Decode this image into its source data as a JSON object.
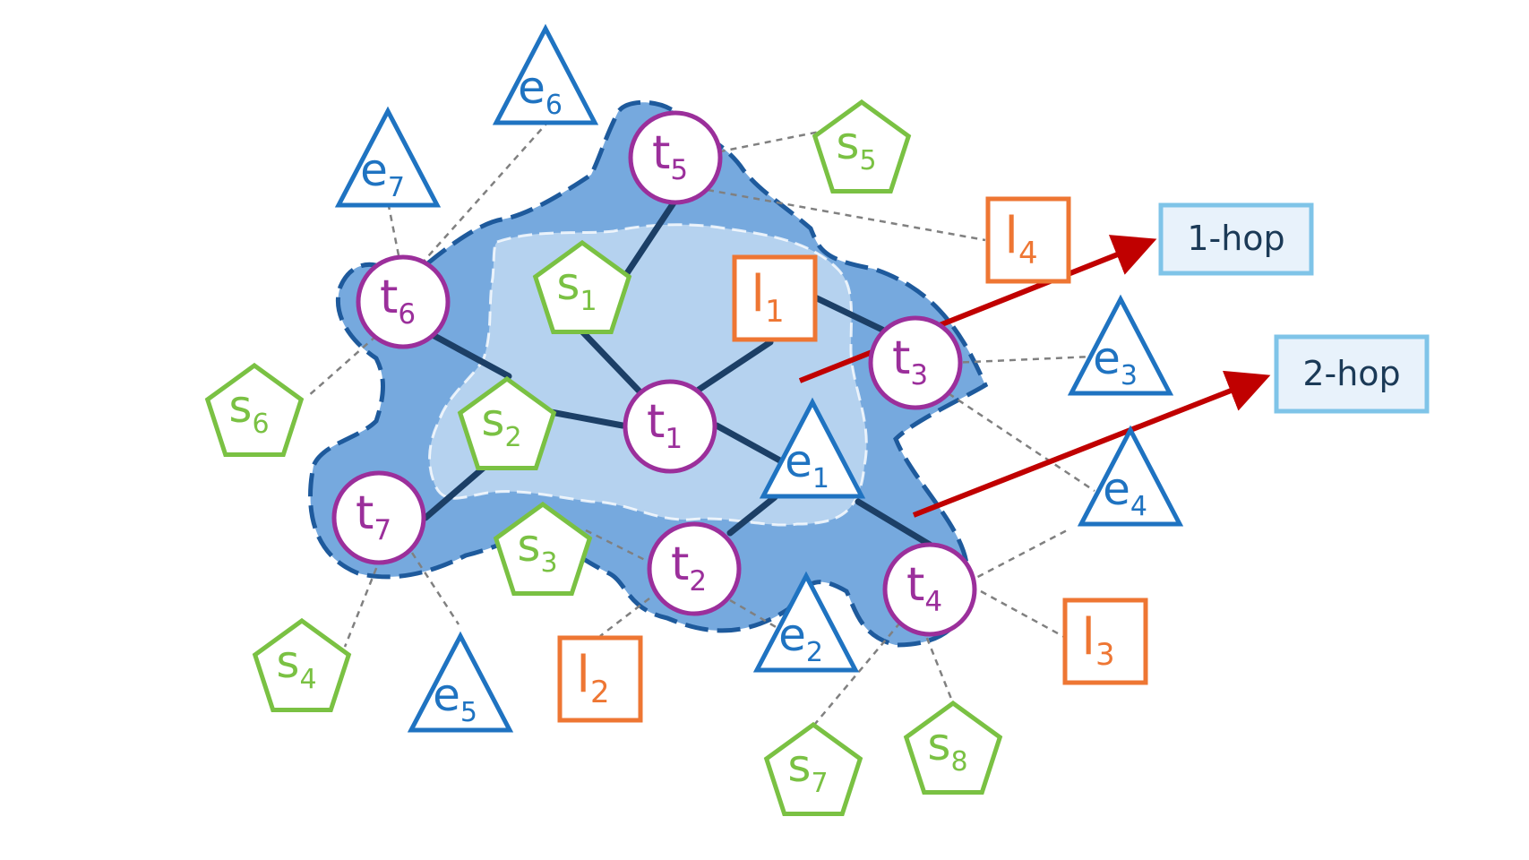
{
  "nodes": {
    "t1": {
      "base": "t",
      "sub": "1"
    },
    "t2": {
      "base": "t",
      "sub": "2"
    },
    "t3": {
      "base": "t",
      "sub": "3"
    },
    "t4": {
      "base": "t",
      "sub": "4"
    },
    "t5": {
      "base": "t",
      "sub": "5"
    },
    "t6": {
      "base": "t",
      "sub": "6"
    },
    "t7": {
      "base": "t",
      "sub": "7"
    },
    "s1": {
      "base": "s",
      "sub": "1"
    },
    "s2": {
      "base": "s",
      "sub": "2"
    },
    "s3": {
      "base": "s",
      "sub": "3"
    },
    "s4": {
      "base": "s",
      "sub": "4"
    },
    "s5": {
      "base": "s",
      "sub": "5"
    },
    "s6": {
      "base": "s",
      "sub": "6"
    },
    "s7": {
      "base": "s",
      "sub": "7"
    },
    "s8": {
      "base": "s",
      "sub": "8"
    },
    "e1": {
      "base": "e",
      "sub": "1"
    },
    "e2": {
      "base": "e",
      "sub": "2"
    },
    "e3": {
      "base": "e",
      "sub": "3"
    },
    "e4": {
      "base": "e",
      "sub": "4"
    },
    "e5": {
      "base": "e",
      "sub": "5"
    },
    "e6": {
      "base": "e",
      "sub": "6"
    },
    "e7": {
      "base": "e",
      "sub": "7"
    },
    "l1": {
      "base": "l",
      "sub": "1"
    },
    "l2": {
      "base": "l",
      "sub": "2"
    },
    "l3": {
      "base": "l",
      "sub": "3"
    },
    "l4": {
      "base": "l",
      "sub": "4"
    }
  },
  "callouts": {
    "one_hop": "1-hop",
    "two_hop": "2-hop"
  },
  "colors": {
    "t_node": "#9b2f9b",
    "s_node": "#7ac143",
    "e_node": "#1f73c1",
    "l_node": "#ee7633",
    "solid_edge": "#1c3f66",
    "dashed_edge": "#808080",
    "region_2hop_fill": "#76a9de",
    "region_2hop_border": "#1e5a9c",
    "region_1hop_fill": "#b5d2ef",
    "arrow": "#c00000",
    "callout_fill": "#e8f2fb",
    "callout_border": "#7fc4e8",
    "callout_text": "#1b3a57"
  }
}
